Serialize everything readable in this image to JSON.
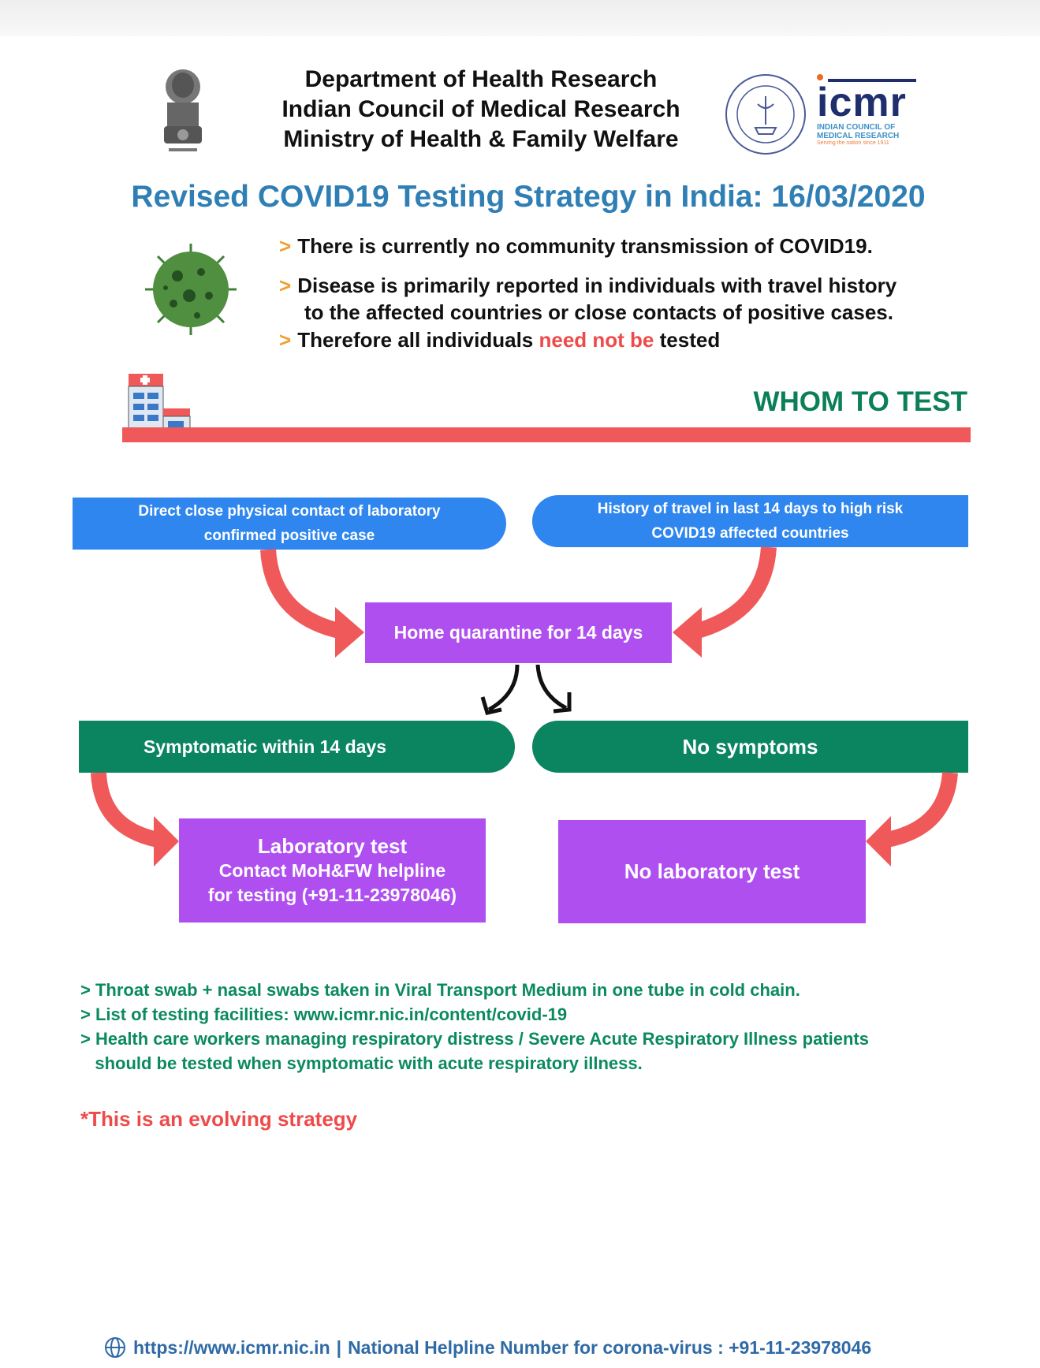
{
  "header": {
    "lines": [
      "Department of Health Research",
      "Indian Council of Medical Research",
      "Ministry of Health & Family Welfare"
    ],
    "icmr_logo": "icmr",
    "icmr_sub1": "INDIAN COUNCIL OF",
    "icmr_sub2": "MEDICAL RESEARCH",
    "icmr_tag": "Serving the nation since 1911"
  },
  "title": "Revised COVID19 Testing Strategy in India: 16/03/2020",
  "bullets": {
    "b1": "There is currently no community transmission of COVID19.",
    "b2a": "Disease is primarily reported in individuals with travel history",
    "b2b": "to the affected countries or close contacts of positive cases.",
    "b3_pre": "Therefore all individuals ",
    "b3_red": "need not be",
    "b3_post": " tested",
    "marker": ">"
  },
  "section": "WHOM TO TEST",
  "flow": {
    "contact_l1": "Direct close physical contact of  laboratory",
    "contact_l2": "confirmed positive case",
    "travel_l1": "History of travel in last 14 days to high risk",
    "travel_l2": "COVID19 affected countries",
    "quarantine": "Home quarantine for 14 days",
    "symptomatic": "Symptomatic within 14 days",
    "no_symptoms": "No symptoms",
    "lab_l1": "Laboratory test",
    "lab_l2": "Contact MoH&FW helpline",
    "lab_l3": "for testing (+91-11-23978046)",
    "no_lab": "No laboratory  test"
  },
  "notes": [
    "> Throat swab + nasal swabs taken in Viral Transport Medium in one tube in cold chain.",
    "> List of testing facilities: www.icmr.nic.in/content/covid-19",
    "> Health care workers managing respiratory distress / Severe Acute Respiratory Illness patients",
    "   should be tested when symptomatic with acute respiratory illness."
  ],
  "evolving": "*This is an evolving strategy",
  "footer": {
    "url": "https://www.icmr.nic.in",
    "sep": "|",
    "helpline": "National Helpline Number for corona-virus : +91-11-23978046"
  },
  "colors": {
    "blue": "#2f86ee",
    "green": "#0a8560",
    "purple": "#b04ff0",
    "red": "#f05959",
    "title": "#2f7fb5"
  }
}
